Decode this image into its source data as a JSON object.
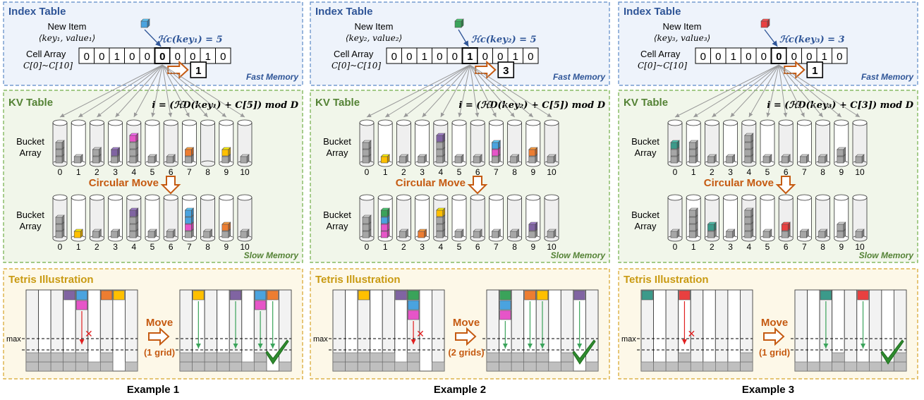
{
  "sections": {
    "index_title": "Index Table",
    "kv_title": "KV Table",
    "tetris_title": "Tetris Illustration",
    "fast_memory": "Fast Memory",
    "slow_memory": "Slow Memory",
    "bucket_array": [
      "Bucket",
      "Array"
    ],
    "circular_move": "Circular Move",
    "cell_array": "Cell Array",
    "cell_range": "C[0]~C[10]",
    "new_item": "New Item",
    "max": "max",
    "move": "Move"
  },
  "colors": {
    "index_bg": "#eef3fb",
    "index_border": "#5b89c6",
    "kv_bg": "#f1f6ea",
    "kv_border": "#70ad47",
    "tetris_bg": "#fdf8e8",
    "tetris_border": "#d6a327",
    "blue_title": "#2f5597",
    "green_title": "#548235",
    "orange_title": "#c99a12",
    "arrow_orange": "#c55a11"
  },
  "examples": [
    {
      "label": "Example 1",
      "pair": "⟨key₁, value₁⟩",
      "hash": "ℋc(key₁) = 5",
      "index_formula": "i = (ℋD(key₁) + C[5]) mod D",
      "cells": [
        0,
        0,
        1,
        0,
        0,
        0,
        0,
        0,
        1,
        0
      ],
      "cell_display": [
        "0",
        "0",
        "1",
        "0",
        "0",
        "0",
        "0",
        "0",
        "1",
        "0"
      ],
      "highlight": 5,
      "new_cell_value": "1",
      "item_color": "#4aa3df",
      "move_text": "(1 grid)",
      "bucket_indices": [
        "0",
        "1",
        "2",
        "3",
        "4",
        "5",
        "6",
        "7",
        "8",
        "9",
        "10"
      ],
      "top_buckets": [
        [
          "g",
          "g",
          "g"
        ],
        [
          "g"
        ],
        [
          "g",
          "g"
        ],
        [
          "g",
          "#8064a2"
        ],
        [
          "g",
          "g",
          "g",
          "#e655c8"
        ],
        [
          "g"
        ],
        [
          "g"
        ],
        [
          "g",
          "#ed7d31"
        ],
        [],
        [
          "g",
          "#ffc000"
        ],
        [
          "g"
        ]
      ],
      "bottom_buckets": [
        [
          "g",
          "g",
          "g"
        ],
        [
          "#ffc000"
        ],
        [
          "g"
        ],
        [
          "g"
        ],
        [
          "g",
          "g",
          "g",
          "#8064a2"
        ],
        [
          "g"
        ],
        [
          "g"
        ],
        [
          "g",
          "#e655c8",
          "#4aa3df",
          "#4aa3df"
        ],
        [
          "g"
        ],
        [
          "g",
          "#ed7d31"
        ],
        [
          "g"
        ]
      ]
    },
    {
      "label": "Example 2",
      "pair": "⟨key₂, value₂⟩",
      "hash": "ℋc(key₂) = 5",
      "index_formula": "i = (ℋD(key₂) + C[5]) mod D",
      "cells": [
        0,
        0,
        1,
        0,
        0,
        1,
        0,
        0,
        1,
        0
      ],
      "cell_display": [
        "0",
        "0",
        "1",
        "0",
        "0",
        "1",
        "0",
        "0",
        "1",
        "0"
      ],
      "highlight": 5,
      "new_cell_value": "3",
      "item_color": "#3aa35a",
      "move_text": "(2 grids)",
      "bucket_indices": [
        "0",
        "1",
        "2",
        "3",
        "4",
        "5",
        "6",
        "7",
        "8",
        "9",
        "10"
      ],
      "top_buckets": [
        [
          "g",
          "g",
          "g"
        ],
        [
          "#ffc000"
        ],
        [
          "g"
        ],
        [
          "g"
        ],
        [
          "g",
          "g",
          "g",
          "#8064a2"
        ],
        [
          "g"
        ],
        [
          "g"
        ],
        [
          "g",
          "#e655c8",
          "#4aa3df"
        ],
        [
          "g"
        ],
        [
          "g",
          "#ed7d31"
        ],
        [
          "g"
        ]
      ],
      "bottom_buckets": [
        [
          "g",
          "g",
          "g"
        ],
        [
          "#e655c8",
          "#e655c8",
          "#4aa3df",
          "#3aa35a"
        ],
        [
          "g"
        ],
        [
          "#ed7d31"
        ],
        [
          "g",
          "g",
          "g",
          "#ffc000"
        ],
        [
          "g"
        ],
        [
          "g"
        ],
        [
          "g"
        ],
        [
          "g"
        ],
        [
          "g",
          "#8064a2"
        ],
        [
          "g"
        ]
      ]
    },
    {
      "label": "Example 3",
      "pair": "⟨key₃, value₃⟩",
      "hash": "ℋc(key₃) = 3",
      "index_formula": "i = (ℋD(key₃) + C[3]) mod D",
      "cells": [
        0,
        0,
        1,
        0,
        0,
        0,
        0,
        0,
        1,
        0
      ],
      "cell_display": [
        "0",
        "0",
        "1",
        "0",
        "0",
        "0",
        "0",
        "0",
        "1",
        "0"
      ],
      "highlight": 5,
      "new_cell_value": "1",
      "item_color": "#e84040",
      "move_text": "(1 grid)",
      "bucket_indices": [
        "0",
        "1",
        "2",
        "3",
        "4",
        "5",
        "6",
        "7",
        "8",
        "9",
        "10"
      ],
      "top_buckets": [
        [
          "g",
          "g",
          "#3b9a8a"
        ],
        [
          "g",
          "g",
          "g"
        ],
        [
          "g"
        ],
        [
          "g"
        ],
        [
          "g",
          "g",
          "g",
          "g"
        ],
        [
          "g"
        ],
        [
          "g"
        ],
        [
          "g"
        ],
        [
          "g"
        ],
        [
          "g",
          "g"
        ],
        [
          "g"
        ]
      ],
      "bottom_buckets": [
        [
          "g"
        ],
        [
          "g",
          "g",
          "g",
          "g"
        ],
        [
          "g",
          "#3b9a8a"
        ],
        [
          "g"
        ],
        [
          "g",
          "g",
          "g",
          "g"
        ],
        [
          "g"
        ],
        [
          "g",
          "#e84040"
        ],
        [
          "g"
        ],
        [
          "g"
        ],
        [
          "g",
          "g"
        ],
        [
          "g"
        ]
      ]
    }
  ]
}
